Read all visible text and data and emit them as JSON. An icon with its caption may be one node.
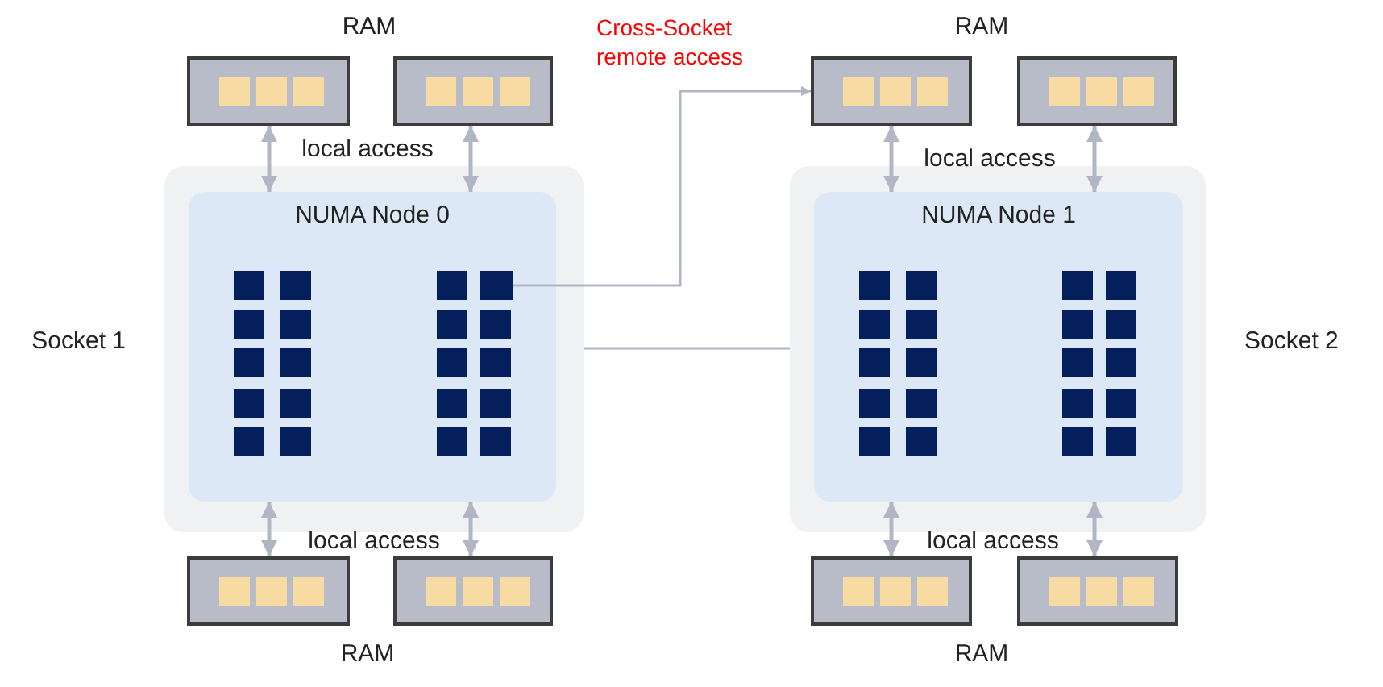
{
  "diagram": {
    "nodes": [
      {
        "text": [],
        "shape": "box"
      },
      {
        "text": [],
        "shape": "box"
      },
      {
        "text": [],
        "shape": "box"
      },
      {
        "text": [],
        "shape": "box"
      },
      {
        "text": [
          "Socket 1"
        ]
      },
      {
        "text": [
          "NUMA Node 0"
        ],
        "in": 4
      },
      {
        "text": [],
        "shape": "box",
        "in": 5
      },
      {
        "text": [
          "Socket 2"
        ]
      },
      {
        "text": [
          "NUMA Node 1"
        ],
        "in": 7
      },
      {
        "text": [],
        "shape": "box"
      },
      {
        "text": [],
        "shape": "box"
      },
      {
        "text": [],
        "shape": "box"
      },
      {
        "text": [],
        "shape": "box"
      }
    ],
    "edges": [
      {
        "from": 0,
        "to": 5,
        "arrow": "both"
      },
      {
        "from": 1,
        "to": 5,
        "arrow": "both"
      },
      {
        "from": 2,
        "to": 8,
        "arrow": "both"
      },
      {
        "from": 3,
        "to": 8,
        "arrow": "both"
      },
      {
        "from": 6,
        "to": 2,
        "arrow": "to",
        "label": "Cross-Socket remote access"
      },
      {
        "from": 4,
        "to": 7,
        "arrow": "none"
      },
      {
        "from": 5,
        "to": 9,
        "arrow": "both"
      },
      {
        "from": 5,
        "to": 10,
        "arrow": "both"
      },
      {
        "from": 8,
        "to": 11,
        "arrow": "both"
      },
      {
        "from": 8,
        "to": 12,
        "arrow": "both"
      }
    ],
    "labels": [
      "RAM",
      "RAM",
      "local access",
      "local access",
      "local access",
      "local access",
      "RAM",
      "RAM"
    ]
  }
}
